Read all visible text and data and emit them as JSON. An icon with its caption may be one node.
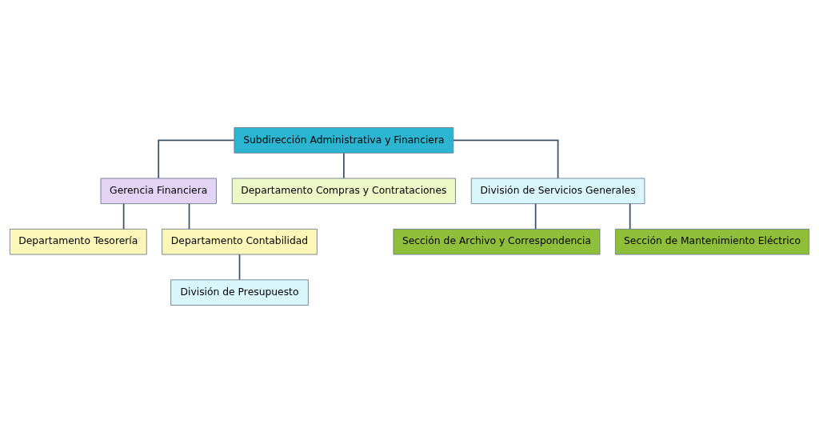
{
  "diagram": {
    "nodes": [
      {
        "text": [
          "Subdirección Administrativa y Financiera"
        ]
      },
      {
        "text": [
          "Gerencia Financiera"
        ]
      },
      {
        "text": [
          "Departamento Compras y Contrataciones"
        ]
      },
      {
        "text": [
          "División de Servicios Generales"
        ]
      },
      {
        "text": [
          "Departamento Tesorería"
        ]
      },
      {
        "text": [
          "Departamento Contabilidad"
        ]
      },
      {
        "text": [
          "División de Presupuesto"
        ]
      },
      {
        "text": [
          "Sección de Archivo y Correspondencia"
        ]
      },
      {
        "text": [
          "Sección de Mantenimiento Eléctrico"
        ]
      }
    ],
    "edges": [
      {
        "from": 0,
        "to": 1,
        "arrow": "none"
      },
      {
        "from": 0,
        "to": 2,
        "arrow": "none"
      },
      {
        "from": 0,
        "to": 3,
        "arrow": "none"
      },
      {
        "from": 1,
        "to": 4,
        "arrow": "none"
      },
      {
        "from": 1,
        "to": 5,
        "arrow": "none"
      },
      {
        "from": 5,
        "to": 6,
        "arrow": "none"
      },
      {
        "from": 3,
        "to": 7,
        "arrow": "none"
      },
      {
        "from": 3,
        "to": 8,
        "arrow": "none"
      }
    ]
  }
}
